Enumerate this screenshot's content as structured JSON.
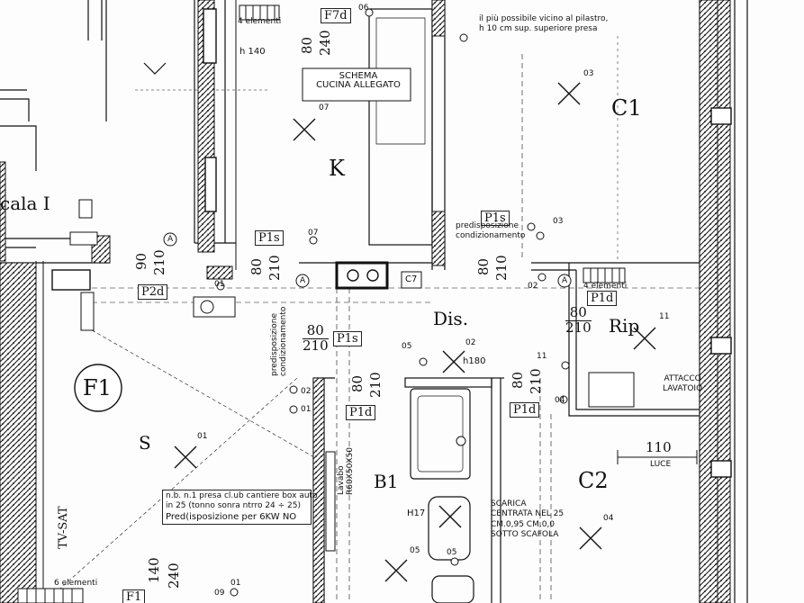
{
  "rooms": {
    "c1": "C1",
    "k": "K",
    "dis": "Dis.",
    "rip": "Rip",
    "f1": "F1",
    "s": "S",
    "b1": "B1",
    "c2": "C2",
    "scala": "cala I"
  },
  "tags": {
    "f7d": "F7d",
    "p1s_a": "P1s",
    "p1s_b": "P1s",
    "p1s_c": "P1s",
    "p2d": "P2d",
    "p1d_a": "P1d",
    "p1d_b": "P1d",
    "p1d_c": "P1d",
    "f1_bottom": "F1",
    "c7": "C7",
    "h17": "H17"
  },
  "notes": {
    "schema_line1": "SCHEMA",
    "schema_line2": "CUCINA ALLEGATO",
    "pillar_line1": "il più possibile vicino al pilastro,",
    "pillar_line2": "h 10 cm sup. superiore presa",
    "predisp_line1": "predisposizione",
    "predisp_line2": "condizionamento",
    "predisp_v1": "predisposizione",
    "predisp_v2": "condizionamento",
    "quadro_line1": "n.b. n.1 presa cl.ub cantiere box auto",
    "quadro_line2": "in 25 (tonno sonra ntrro 24 ÷ 25)",
    "quadro_line3": "Pred(isposizione per 6KW NO",
    "scarico_line1": "SCARICA",
    "scarico_line2": "CENTRATA NEL 25",
    "scarico_line3": "CM.0,95 CM.0,0",
    "scarico_line4": "SOTTO SCAFOLA",
    "attacco_line1": "ATTACCO",
    "attacco_line2": "LAVATOIO",
    "elementi_a": "4 elementi",
    "elementi_b": "4 elementi",
    "elementi_c": "6 elementi",
    "h140": "h 140",
    "h180": "h180",
    "lavatoio_v1": "Lavabo",
    "lavatoio_v2": "R60X50X50",
    "tvsat": "TV-SAT",
    "small_110": "110",
    "luce": "LUCE"
  },
  "dims": {
    "d80_240": {
      "top": "80",
      "bottom": "240"
    },
    "d90_210": {
      "top": "90",
      "bottom": "210"
    },
    "d80_210_a": {
      "top": "80",
      "bottom": "210"
    },
    "d80_210_b": {
      "top": "80",
      "bottom": "210"
    },
    "d80_210_c": {
      "top": "80",
      "bottom": "210"
    },
    "d80_210_d": {
      "top": "80",
      "bottom": "210"
    },
    "d80_210_e": {
      "top": "80",
      "bottom": "210"
    },
    "d80_210_rip": {
      "top": "80",
      "bottom": "210"
    },
    "d140_240": {
      "top": "140",
      "bottom": "240"
    },
    "dim_110": "110"
  },
  "points": {
    "p01_s": "01",
    "p02_dis": "02",
    "p03_c1": "03",
    "p03_b": "03",
    "p04_c2": "04",
    "p05_b1": "05",
    "p05_b": "05",
    "p07_k": "07",
    "p07_b": "07",
    "p11_rip": "11",
    "p11_b": "11",
    "p01_b": "01",
    "p01_c": "01",
    "p02_b": "02",
    "p02_c": "02",
    "p06": "06",
    "p09": "09",
    "p01_d": "01",
    "p04_b": "04",
    "p05_c": "05"
  },
  "markers": {
    "a1": "A",
    "a2": "A",
    "a3": "A"
  }
}
